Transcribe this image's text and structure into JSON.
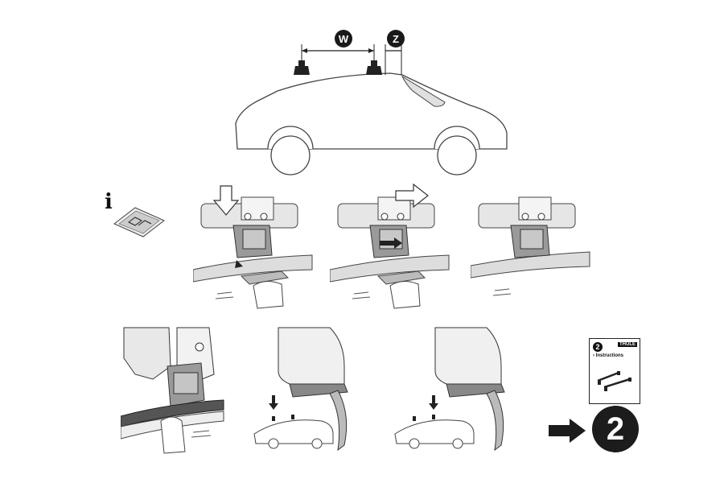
{
  "labels": {
    "w": "W",
    "z": "Z",
    "info": "i",
    "step_number": "2"
  },
  "booklet": {
    "number": "2",
    "brand": "THULE",
    "title": "› Instructions"
  },
  "icons": [
    "info-icon",
    "arrow-down-icon",
    "arrow-right-icon",
    "next-step-arrow-icon"
  ]
}
